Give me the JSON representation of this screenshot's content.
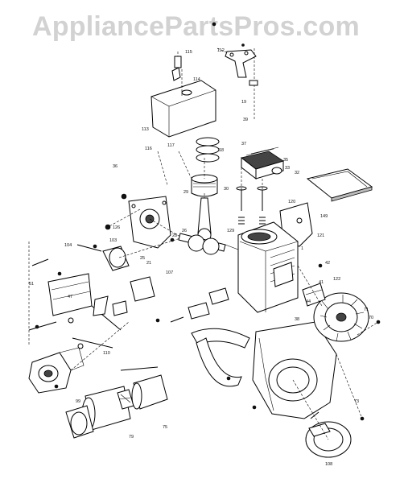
{
  "watermark": {
    "text": "AppliancePartsPros.com"
  },
  "callouts": [
    "115",
    "114",
    "112",
    "113",
    "116",
    "117",
    "39",
    "37",
    "19",
    "18",
    "35",
    "33",
    "32",
    "36",
    "29",
    "30",
    "120",
    "149",
    "126",
    "121",
    "104",
    "103",
    "28",
    "107",
    "25",
    "26",
    "21",
    "129",
    "1",
    "42",
    "122",
    "71",
    "70",
    "41",
    "44",
    "38",
    "73",
    "108",
    "99",
    "75",
    "79",
    "110",
    "51",
    "47"
  ]
}
